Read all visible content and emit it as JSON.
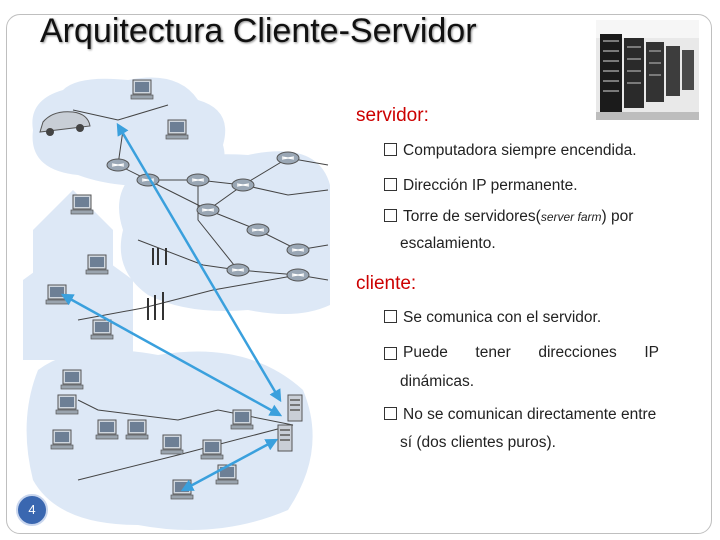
{
  "slide": {
    "title": "Arquitectura Cliente-Servidor",
    "page_number": "4"
  },
  "servidor": {
    "heading": "servidor:",
    "bullets": [
      "Computadora siempre encendida.",
      "Dirección IP permanente."
    ],
    "farm_line": {
      "before": "Torre de servidores(",
      "italic": "server farm",
      "after": ") por",
      "continuation": "escalamiento."
    }
  },
  "cliente": {
    "heading": "cliente:",
    "bullets": [
      "Se comunica con el servidor."
    ],
    "ip_line_words": [
      "Puede",
      "tener",
      "direcciones",
      "IP"
    ],
    "ip_line_continuation": "dinámicas.",
    "peer_line": "No se comunican directamente entre",
    "peer_line_continuation": "sí (dos clientes puros)."
  },
  "colors": {
    "heading": "#cc0000",
    "link_arrow": "#3aa0dd",
    "cloud": "#dde8f6",
    "page_badge": "#3a67b0"
  }
}
